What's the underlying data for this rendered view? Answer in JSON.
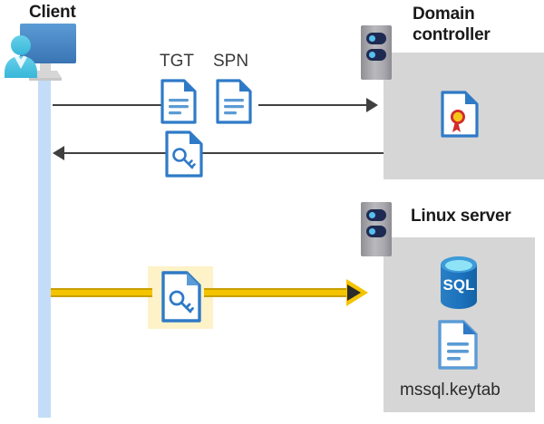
{
  "diagram": {
    "title": "Kerberos authentication flow between client, domain controller and Linux server",
    "colors": {
      "lifeline": "#c3ddf8",
      "panel": "#d6d6d6",
      "highlight": "#fdf2c8",
      "yellow_arrow": "#f5c400",
      "grey_arrow": "#404040",
      "doc_blue": "#2f7ac7",
      "sql_blue": "#1b72bd",
      "seal_red": "#d32b2b",
      "seal_gold": "#f5c518",
      "rack_navy": "#1f2a52",
      "rack_dot": "#58c0ef"
    },
    "actors": {
      "client": {
        "label": "Client",
        "icon": "client-workstation-icon"
      },
      "domain_controller": {
        "label_line1": "Domain",
        "label_line2": "controller",
        "icon": "server-rack-icon",
        "contents": [
          {
            "name": "certificate-document-icon",
            "label": ""
          }
        ]
      },
      "linux_server": {
        "label": "Linux server",
        "icon": "server-rack-icon",
        "contents": [
          {
            "name": "sql-database-icon",
            "label": "SQL"
          },
          {
            "name": "keytab-document-icon",
            "label": "mssql.keytab"
          }
        ]
      }
    },
    "messages": [
      {
        "id": "request",
        "direction": "client-to-dc",
        "artifacts": [
          {
            "name": "tgt-document-icon",
            "label": "TGT"
          },
          {
            "name": "spn-document-icon",
            "label": "SPN"
          }
        ]
      },
      {
        "id": "response",
        "direction": "dc-to-client",
        "artifacts": [
          {
            "name": "service-ticket-key-document-icon",
            "label": ""
          }
        ]
      },
      {
        "id": "service-ticket",
        "direction": "client-to-linux-server",
        "highlighted": true,
        "artifacts": [
          {
            "name": "service-ticket-key-document-icon",
            "label": ""
          }
        ]
      }
    ]
  }
}
